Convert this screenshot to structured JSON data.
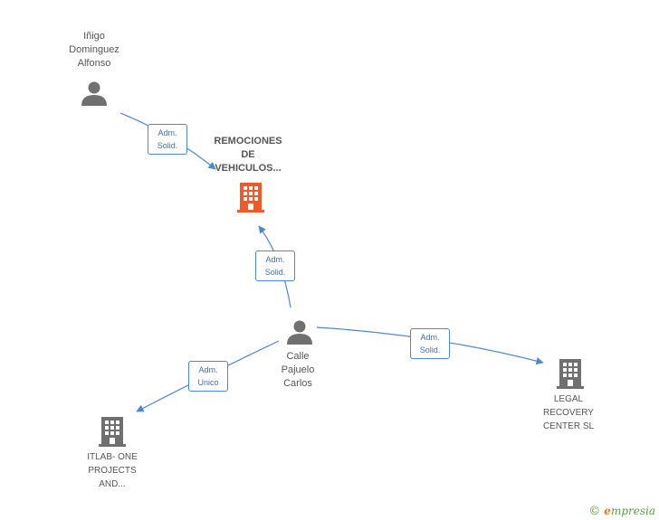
{
  "colors": {
    "edge": "#4a86d9",
    "person": "#707070",
    "building": "#707070",
    "main_building": "#f05a2a"
  },
  "nodes": {
    "person_inigo": {
      "label": "Iñigo\nDominguez\nAlfonso",
      "icon": "person-icon"
    },
    "main_company": {
      "label": "REMOCIONES\nDE\nVEHICULOS...",
      "icon": "building-icon"
    },
    "person_calle": {
      "label": "Calle\nPajuelo\nCarlos",
      "icon": "person-icon"
    },
    "company_itlab": {
      "label": "ITLAB- ONE\nPROJECTS\nAND...",
      "icon": "building-icon"
    },
    "company_legal": {
      "label": "LEGAL\nRECOVERY\nCENTER  SL",
      "icon": "building-icon"
    }
  },
  "edges": {
    "inigo_to_main": {
      "line1": "Adm.",
      "line2": "Solid."
    },
    "calle_to_main": {
      "line1": "Adm.",
      "line2": "Solid."
    },
    "calle_to_legal": {
      "line1": "Adm.",
      "line2": "Solid."
    },
    "calle_to_itlab": {
      "line1": "Adm.",
      "line2": "Unico"
    }
  },
  "watermark": {
    "copyright": "©",
    "brand_first": "e",
    "brand_rest": "mpresia"
  }
}
